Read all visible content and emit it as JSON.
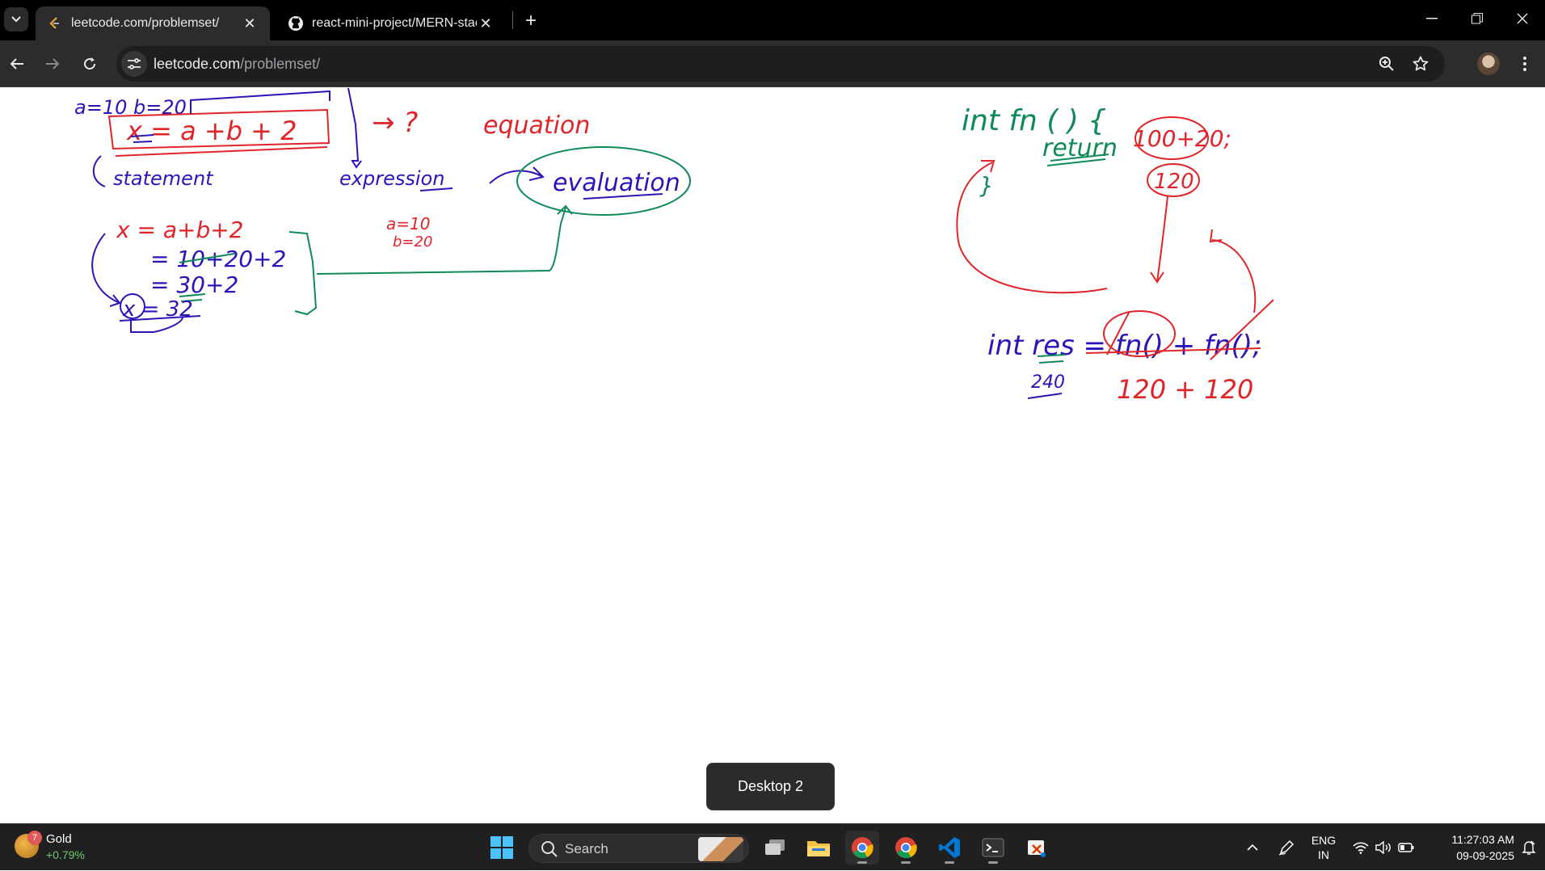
{
  "browser": {
    "tabs": [
      {
        "title": "leetcode.com/problemset/",
        "active": true,
        "favicon": "leetcode-icon"
      },
      {
        "title": "react-mini-project/MERN-stack",
        "active": false,
        "favicon": "github-icon"
      }
    ],
    "new_tab_label": "+",
    "url_host": "leetcode.com",
    "url_path": "/problemset/"
  },
  "whiteboard": {
    "left": {
      "vars_top": "a=10  b=20",
      "statement_box": "x = a +b + 2",
      "arrow_q": "→ ?",
      "equation": "equation",
      "statement": "statement",
      "expression": "expression",
      "evaluation": "evaluation",
      "vars_mid_a": "a=10",
      "vars_mid_b": "b=20",
      "step1": "x = a+b+2",
      "step2": "= 10+20+2",
      "step3": "= 30+2",
      "step4": "x = 32"
    },
    "right": {
      "func_sig": "int fn ( ) {",
      "return_kw": "return",
      "return_expr": "100+20;",
      "result_120": "120",
      "close_brace": "}",
      "res_line": "int res = fn() + fn();",
      "res_value": "240",
      "sum_line": "120 + 120"
    },
    "colors": {
      "blue": "#2a16b8",
      "red": "#e0252a",
      "green": "#0f8a57"
    }
  },
  "toast": "Desktop 2",
  "taskbar": {
    "widget": {
      "badge": "7",
      "name": "Gold",
      "change": "+0.79%"
    },
    "search_label": "Search",
    "lang_line1": "ENG",
    "lang_line2": "IN",
    "time": "11:27:03 AM",
    "date": "09-09-2025"
  }
}
